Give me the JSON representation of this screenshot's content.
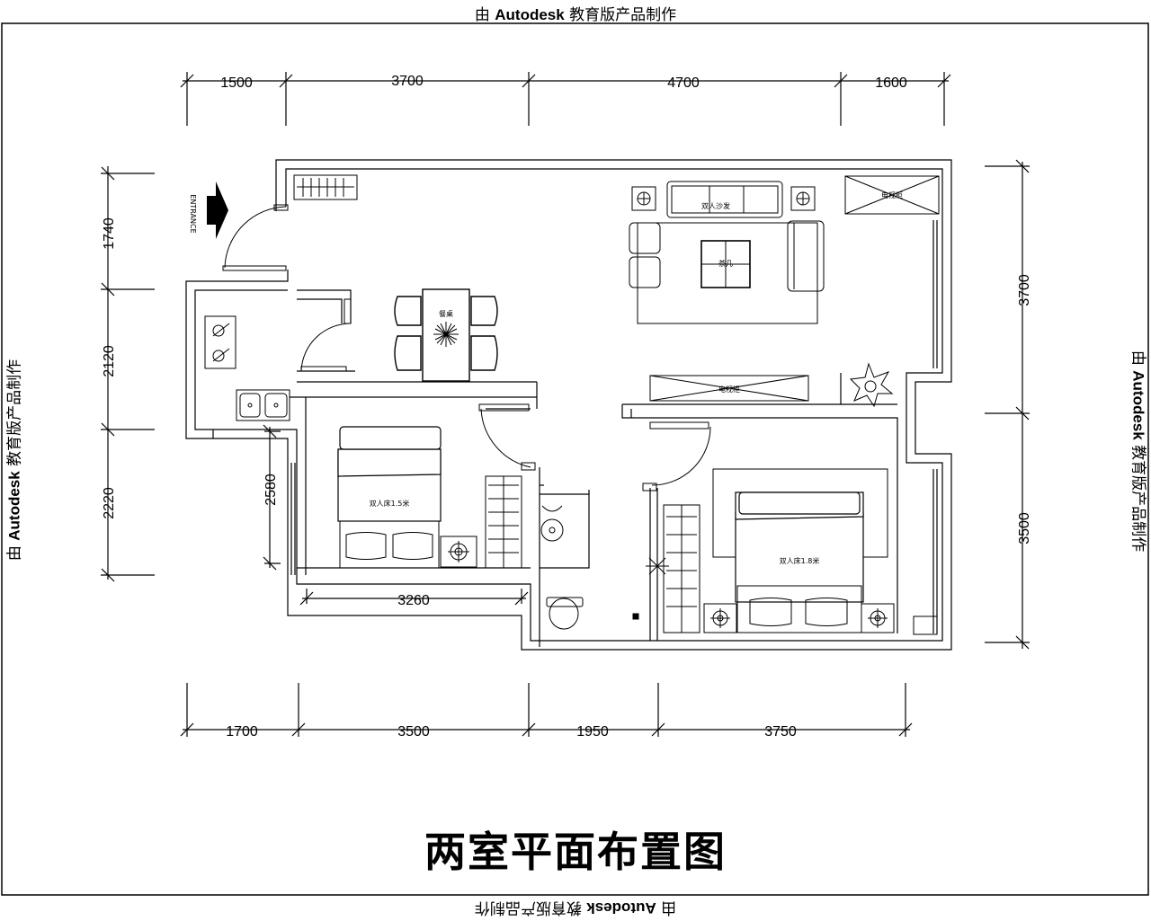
{
  "watermark": "由 Autodesk 教育版产品制作",
  "watermark_parts": {
    "prefix": "由 ",
    "brand": "Autodesk",
    "suffix": " 教育版产品制作"
  },
  "title": "两室平面布置图",
  "entrance_label": "ENTRANCE",
  "dimensions": {
    "top": [
      "1500",
      "3700",
      "4700",
      "1600"
    ],
    "bottom": [
      "1700",
      "3500",
      "1950",
      "3750"
    ],
    "left": [
      "1740",
      "2120",
      "2220"
    ],
    "right": [
      "3700",
      "3500"
    ],
    "inner_horizontal": "3260",
    "inner_vertical": "2580"
  },
  "furniture_labels": {
    "sofa": "双人沙发",
    "coffee_table": "茶几",
    "tv_cabinet": "电视柜",
    "dining_table": "餐桌",
    "bed_1": "双人床1.5米",
    "bed_2": "双人床1.8米",
    "cabinet": "电视柜"
  }
}
